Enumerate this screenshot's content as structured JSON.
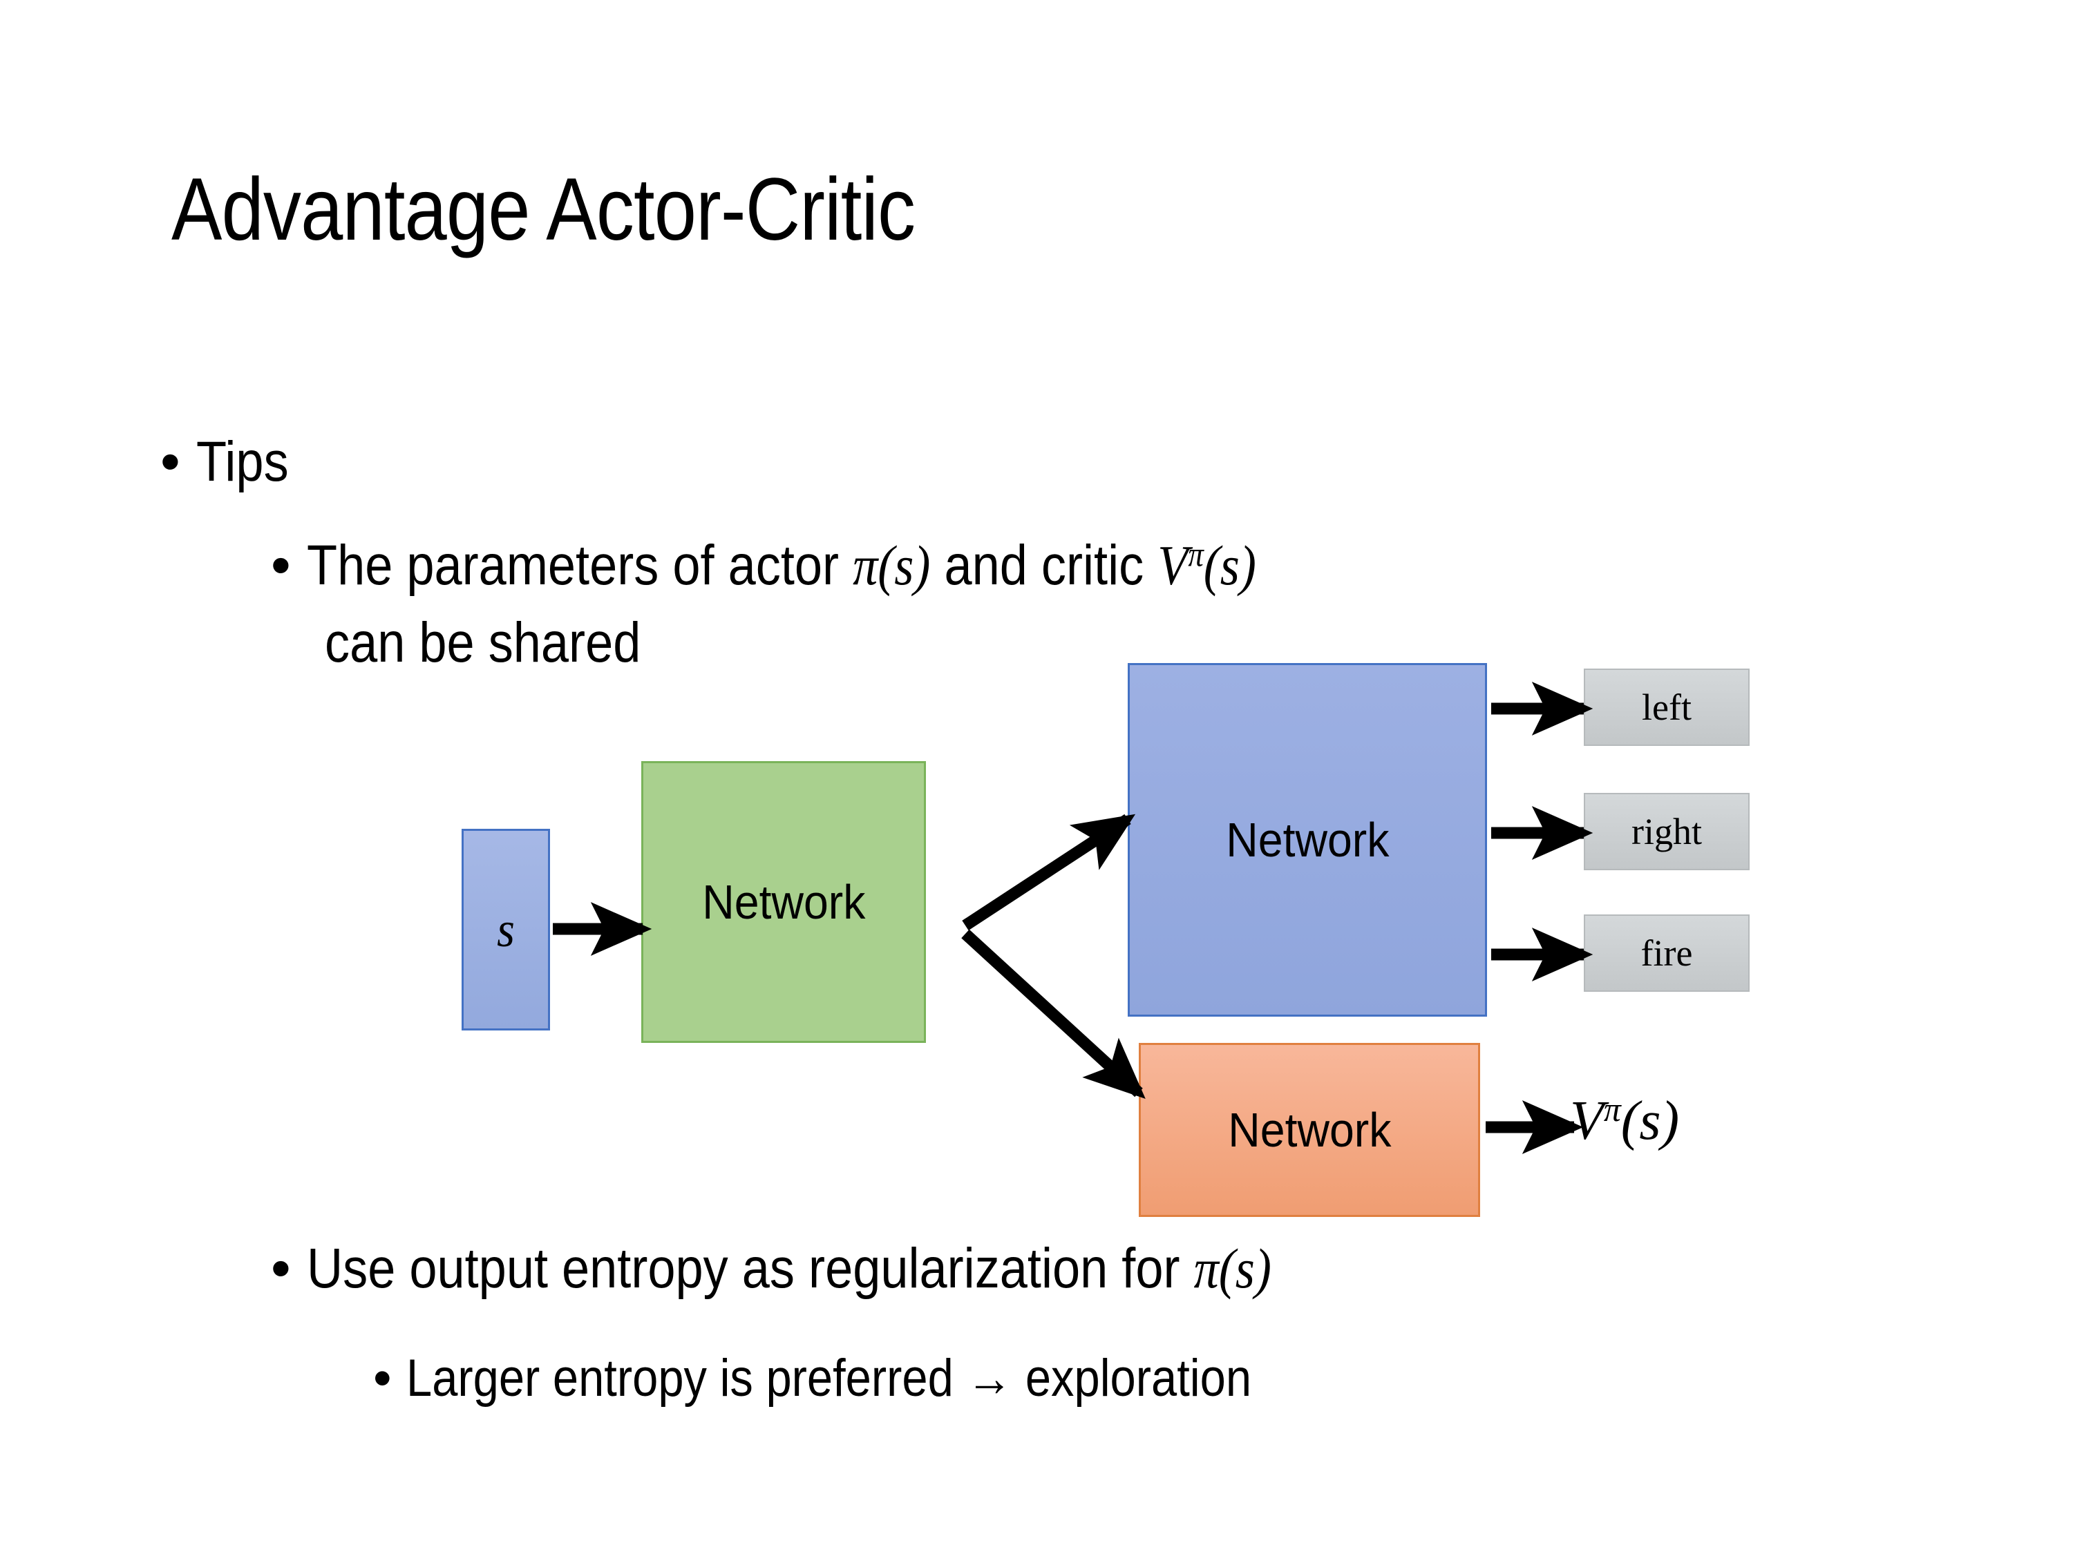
{
  "slide": {
    "title": "Advantage Actor-Critic",
    "background": "#ffffff"
  },
  "bullets": [
    {
      "level": 1,
      "marker": "•",
      "text": "Tips"
    },
    {
      "level": 2,
      "marker": "•",
      "line1_prefix": "The parameters of actor ",
      "line1_math_actor": "π(s)",
      "line1_mid": "  and critic ",
      "line1_math_critic_base": "V",
      "line1_math_critic_sup": "π",
      "line1_math_critic_arg": "(s)",
      "line2": "can be shared"
    },
    {
      "level": 2,
      "marker": "•",
      "text_prefix": "Use output entropy as regularization for ",
      "text_math": "π(s)"
    },
    {
      "level": 3,
      "marker": "•",
      "text": "Larger entropy is preferred → exploration"
    }
  ],
  "diagram": {
    "input_box": {
      "label": "s",
      "fill": "#99afe0",
      "border": "#4472c4"
    },
    "shared_network": {
      "label": "Network",
      "fill": "#a9d08e",
      "border": "#7ab35a"
    },
    "actor_network": {
      "label": "Network",
      "fill": "#95aade",
      "border": "#4472c4"
    },
    "critic_network": {
      "label": "Network",
      "fill": "#f4a582",
      "border": "#e08040"
    },
    "action_outputs": [
      {
        "label": "left",
        "fill": "#c8cccd",
        "border": "#b6babc"
      },
      {
        "label": "right",
        "fill": "#c8cccd",
        "border": "#b6babc"
      },
      {
        "label": "fire",
        "fill": "#c8cccd",
        "border": "#b6babc"
      }
    ],
    "critic_output": {
      "base": "V",
      "superscript": "π",
      "argument": "(s)"
    },
    "arrow_color": "#000000"
  }
}
